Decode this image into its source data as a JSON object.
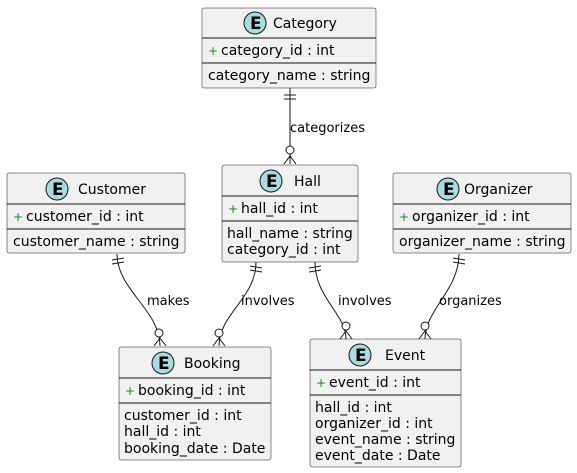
{
  "diagram": {
    "badge_letter": "E",
    "pk_marker": "+",
    "entities": {
      "category": {
        "name": "Category",
        "key": "category_id : int",
        "fields": [
          "category_name : string"
        ]
      },
      "customer": {
        "name": "Customer",
        "key": "customer_id : int",
        "fields": [
          "customer_name : string"
        ]
      },
      "hall": {
        "name": "Hall",
        "key": "hall_id : int",
        "fields": [
          "hall_name : string",
          "category_id : int"
        ]
      },
      "organizer": {
        "name": "Organizer",
        "key": "organizer_id : int",
        "fields": [
          "organizer_name : string"
        ]
      },
      "booking": {
        "name": "Booking",
        "key": "booking_id : int",
        "fields": [
          "customer_id : int",
          "hall_id : int",
          "booking_date : Date"
        ]
      },
      "event": {
        "name": "Event",
        "key": "event_id : int",
        "fields": [
          "hall_id : int",
          "organizer_id : int",
          "event_name : string",
          "event_date : Date"
        ]
      }
    },
    "relationships": {
      "category_hall": {
        "label": "categorizes",
        "from": "Category",
        "to": "Hall"
      },
      "customer_booking": {
        "label": "makes",
        "from": "Customer",
        "to": "Booking"
      },
      "hall_booking": {
        "label": "involves",
        "from": "Hall",
        "to": "Booking"
      },
      "hall_event": {
        "label": "involves",
        "from": "Hall",
        "to": "Event"
      },
      "organizer_event": {
        "label": "organizes",
        "from": "Organizer",
        "to": "Event"
      }
    },
    "colors": {
      "entity_fill": "#f1f1f1",
      "badge_fill": "#a9dcdf",
      "line": "#181818",
      "pk_marker": "#1a8a1a"
    }
  }
}
